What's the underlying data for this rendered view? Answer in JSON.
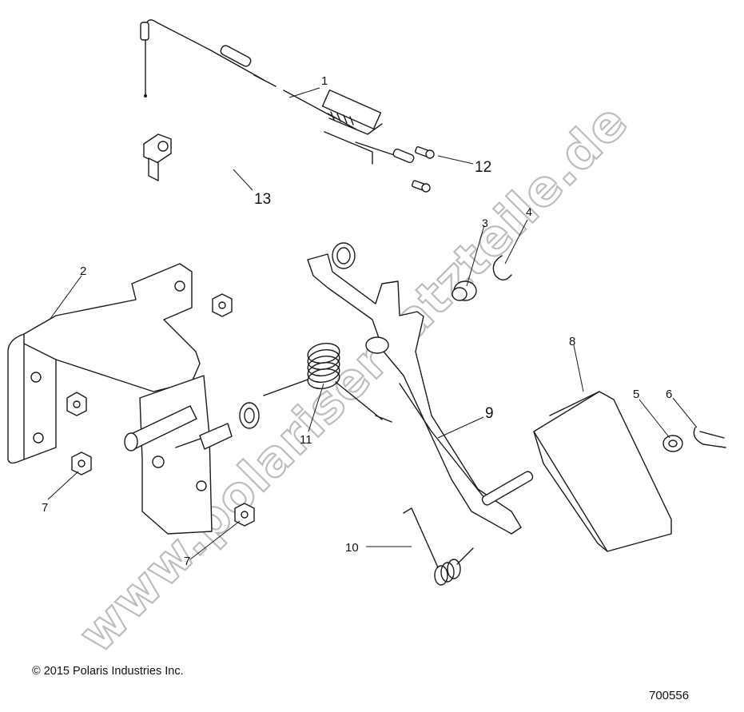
{
  "watermark": "www.polarisersatzteile.de",
  "callouts": {
    "c1": "1",
    "c2": "2",
    "c3": "3",
    "c4": "4",
    "c5": "5",
    "c6": "6",
    "c7a": "7",
    "c7b": "7",
    "c8": "8",
    "c9": "9",
    "c10": "10",
    "c11": "11",
    "c12": "12",
    "c13": "13"
  },
  "footer": {
    "copyright": "© 2015 Polaris Industries Inc.",
    "ref_number": "700556"
  }
}
